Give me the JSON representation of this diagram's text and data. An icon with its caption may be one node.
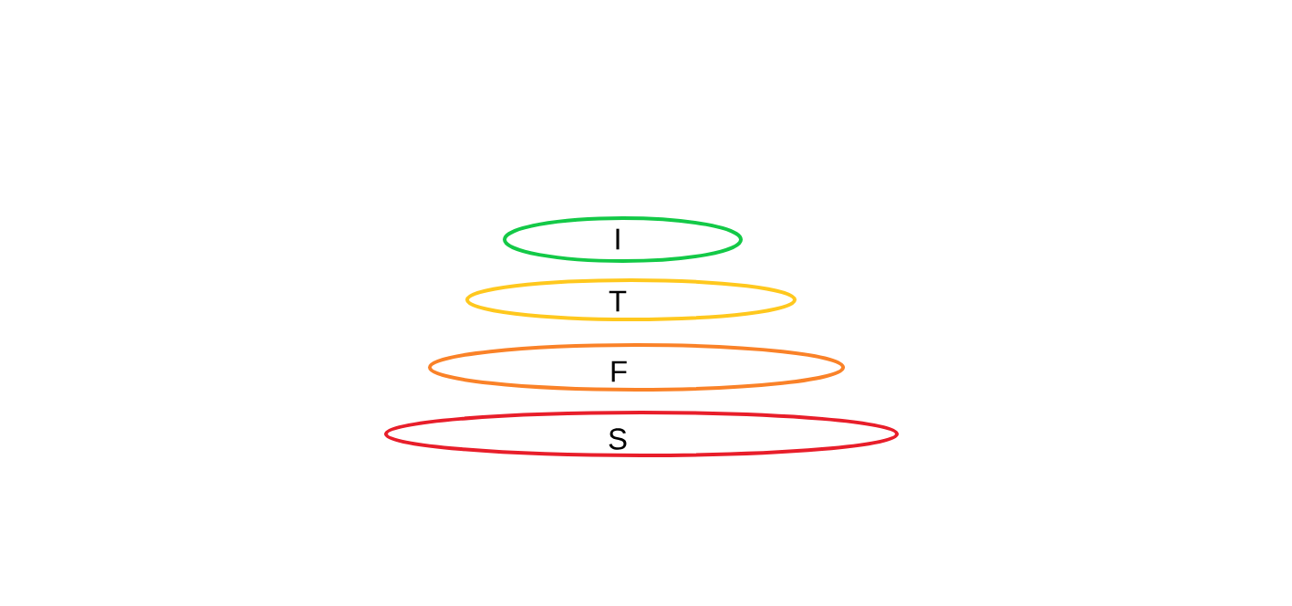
{
  "diagram": {
    "nodes": [
      {
        "text": [
          "I"
        ]
      },
      {
        "text": [
          "T"
        ]
      },
      {
        "text": [
          "F"
        ]
      },
      {
        "text": [
          "S"
        ]
      }
    ]
  }
}
